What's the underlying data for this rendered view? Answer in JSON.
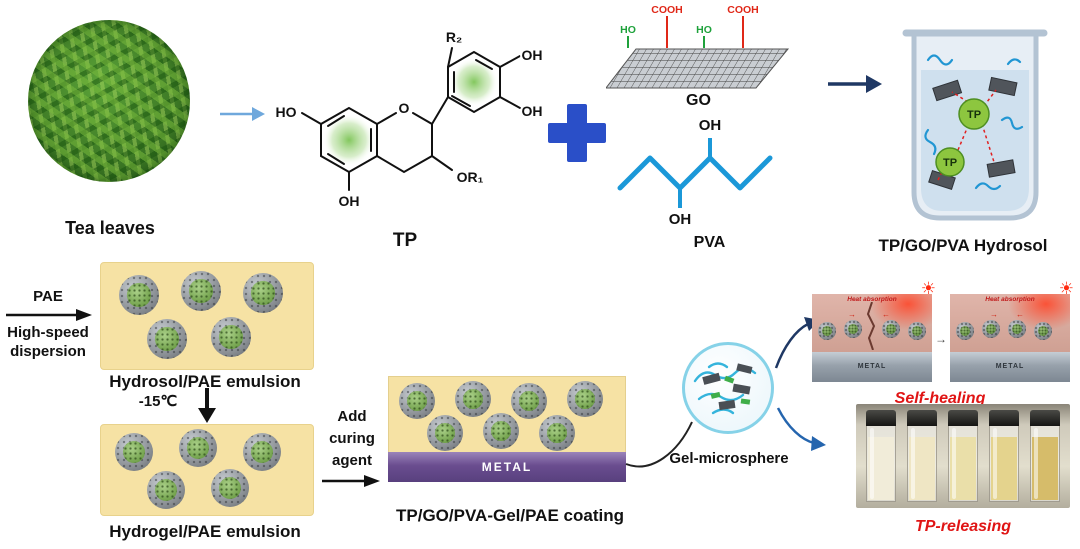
{
  "labels": {
    "tea_leaves": "Tea leaves",
    "tp": "TP",
    "go": "GO",
    "pva": "PVA",
    "hydrosol": "TP/GO/PVA Hydrosol"
  },
  "chem": {
    "r2": "R₂",
    "oh": "OH",
    "ho": "HO",
    "or1": "OR₁",
    "o": "O",
    "cooh": "COOH",
    "tp_particle": "TP"
  },
  "process": {
    "pae": "PAE",
    "high_speed": "High-speed",
    "dispersion": "dispersion",
    "emulsion1": "Hydrosol/PAE emulsion",
    "temperature": "-15℃",
    "emulsion2": "Hydrogel/PAE emulsion",
    "add": "Add",
    "curing": "curing",
    "agent": "agent",
    "metal": "METAL",
    "coating": "TP/GO/PVA-Gel/PAE coating",
    "microsphere": "Gel-microsphere"
  },
  "results": {
    "self_healing": "Self-healing",
    "heat_absorption": "Heat absorption",
    "metal": "METAL",
    "tp_releasing": "TP-releasing",
    "vial_colors": [
      "#f1ecd9",
      "#efe6c4",
      "#eadfa9",
      "#e4d38d",
      "#d6bc6a"
    ]
  },
  "icons": {
    "plus": "+",
    "sun": "☀",
    "arrow_right": "→",
    "arrow_left": "←"
  },
  "colors": {
    "plus_blue": "#2a4fc8",
    "pva_blue": "#1b98d8",
    "cooh_red": "#e02818",
    "ho_green": "#1fa23c",
    "result_label_red": "#e01414",
    "emulsion_bg": "#f6e2a4",
    "metal_purple": "#6a4d8f",
    "arrow_navy": "#1f3864",
    "tp_green": "#8dc63f"
  }
}
